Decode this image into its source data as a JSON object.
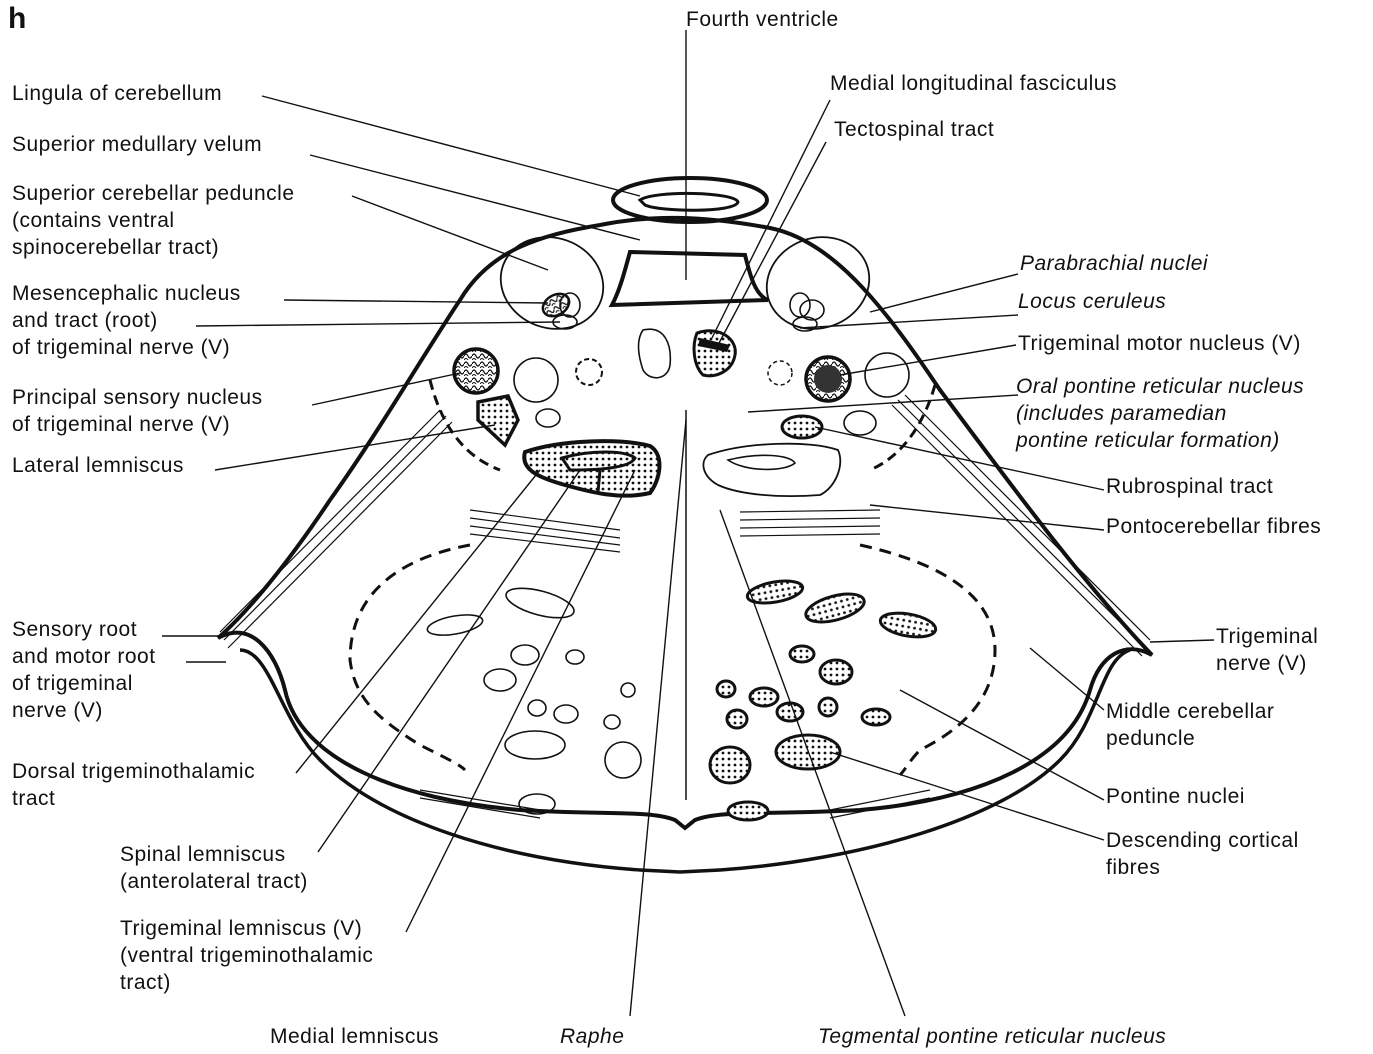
{
  "panel_letter": "h",
  "labels": {
    "fourth_ventricle": "Fourth ventricle",
    "lingula": "Lingula of cerebellum",
    "superior_medullary_velum": "Superior medullary velum",
    "superior_cerebellar_peduncle": "Superior cerebellar peduncle\n(contains ventral\nspinocerebellar tract)",
    "mesencephalic_nucleus": "Mesencephalic nucleus\nand tract (root)\nof trigeminal nerve (V)",
    "principal_sensory_nucleus": "Principal sensory nucleus\nof trigeminal nerve (V)",
    "lateral_lemniscus": "Lateral lemniscus",
    "sensory_motor_root": "Sensory root\nand motor root\nof trigeminal\nnerve (V)",
    "dorsal_trigeminothalamic": "Dorsal trigeminothalamic\ntract",
    "spinal_lemniscus": "Spinal lemniscus\n(anterolateral tract)",
    "trigeminal_lemniscus": "Trigeminal lemniscus (V)\n(ventral trigeminothalamic\ntract)",
    "medial_lemniscus": "Medial lemniscus",
    "raphe": "Raphe",
    "tegmental_pontine": "Tegmental pontine reticular nucleus",
    "mlf": "Medial longitudinal fasciculus",
    "tectospinal": "Tectospinal tract",
    "parabrachial": "Parabrachial nuclei",
    "locus_ceruleus": "Locus ceruleus",
    "trigeminal_motor": "Trigeminal motor nucleus (V)",
    "oral_pontine": "Oral pontine reticular nucleus\n(includes paramedian\npontine reticular formation)",
    "rubrospinal": "Rubrospinal tract",
    "pontocerebellar": "Pontocerebellar fibres",
    "trigeminal_nerve": "Trigeminal\nnerve (V)",
    "middle_cerebellar_peduncle": "Middle cerebellar\npeduncle",
    "pontine_nuclei": "Pontine nuclei",
    "descending_cortical": "Descending cortical\nfibres"
  }
}
